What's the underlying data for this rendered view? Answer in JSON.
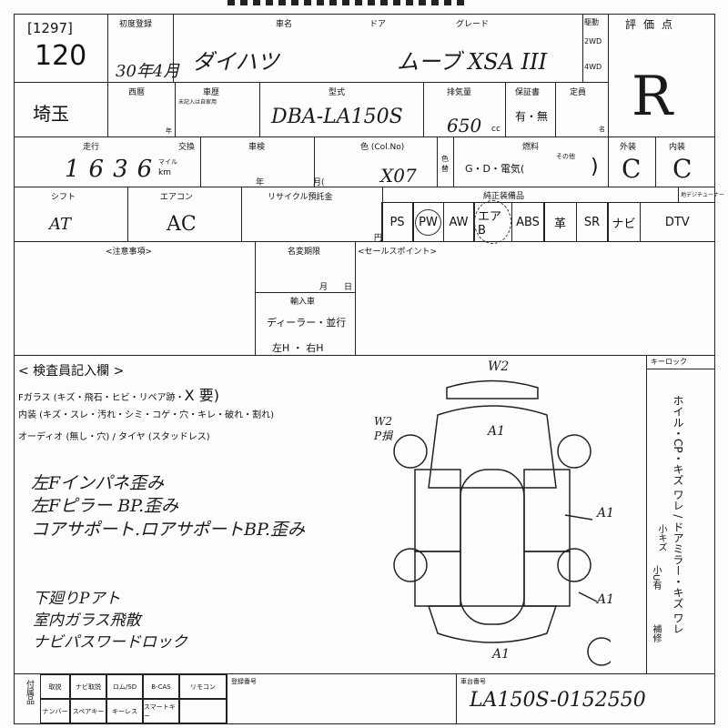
{
  "header": {
    "lot_bracket": "[1297]",
    "lot_number": "120",
    "first_reg_label": "初度登録",
    "first_reg_value": "30年4月",
    "name_label": "車名",
    "door_label": "ドア",
    "grade_label": "グレード",
    "maker": "ダイハツ",
    "model_grade": "ムーブ XSA III",
    "drive_label": "駆動",
    "drive_2wd": "2WD",
    "drive_4wd": "4WD",
    "score_label": "評価点",
    "score": "R"
  },
  "row2": {
    "region": "埼玉",
    "year_label": "西暦",
    "history_label": "車歴",
    "history_sub": "未記入は自家用",
    "model_code_label": "型式",
    "model_code": "DBA-LA150S",
    "displacement_label": "排気量",
    "displacement": "650",
    "cc": "cc",
    "warranty_label": "保証書",
    "warranty_value": "有・無",
    "capacity_label": "定員",
    "capacity_unit": "名",
    "nen": "年"
  },
  "row3": {
    "mileage_label": "走行",
    "meter_label": "交換",
    "mileage": "1636",
    "mile_unit": "マイル",
    "km_unit": "km",
    "inspection_label": "車検",
    "year": "年",
    "month": "月(",
    "color_label": "色 (Col.No)",
    "color": "X07",
    "color_change": "色替",
    "fuel_label": "燃料",
    "fuel_value": "G・D・電気(",
    "fuel_other": "その他",
    "fuel_close": ")",
    "exterior_label": "外装",
    "exterior": "C",
    "interior_label": "内装",
    "interior": "C"
  },
  "row4": {
    "shift_label": "シフト",
    "shift": "AT",
    "ac_label": "エアコン",
    "ac": "AC",
    "recycle_label": "リサイクル預託金",
    "yen": "円",
    "equip_label": "純正装備品",
    "tuner_label": "地デジチューナー",
    "equipment": [
      "PS",
      "PW",
      "AW",
      "エアB",
      "ABS",
      "革",
      "SR",
      "ナビ",
      "DTV"
    ]
  },
  "row5": {
    "notes_label": "<注意事項>",
    "name_change_label": "名変期限",
    "month": "月",
    "day": "日",
    "import_label": "輸入車",
    "dealer": "ディーラー・並行",
    "handle": "左H ・ 右H",
    "sales_label": "<セールスポイント>"
  },
  "inspection": {
    "title": "< 検査員記入欄 >",
    "glass": "Fガラス (キズ・飛石・ヒビ・リペア跡・",
    "glass_mark": "X 要)",
    "interior": "内装 (キズ・スレ・汚れ・シミ・コゲ・穴・キレ・破れ・割れ)",
    "audio": "オーディオ (無し・穴) / タイヤ (スタッドレス)",
    "notes": [
      "左Fインパネ歪み",
      "左Fピラー BP.歪み",
      "コアサポート.ロアサポートBP.歪み"
    ],
    "notes2": [
      "下廻りPアト",
      "室内ガラス飛散",
      "ナビパスワードロック"
    ],
    "keylock_label": "キーロック",
    "side_notes": "ホイル・CP・キズ ワレ / ドアミラー・キズ ワレ",
    "side_small": [
      "小キズ",
      "小U有",
      "補修"
    ],
    "marks": {
      "top": "W2",
      "left": "W2 P損",
      "a1_1": "A1",
      "a1_2": "A1",
      "a1_3": "A1",
      "a1_4": "A1"
    }
  },
  "footer": {
    "accessories_label": "付属品",
    "items_top": [
      "取説",
      "ナビ取説",
      "ロム/SD",
      "B-CAS",
      "リモコン"
    ],
    "items_bottom": [
      "ナンバー",
      "スペアキー",
      "キーレス",
      "スマートキー"
    ],
    "reg_label": "登録番号",
    "chassis_label": "車台番号",
    "chassis": "LA150S-0152550"
  }
}
